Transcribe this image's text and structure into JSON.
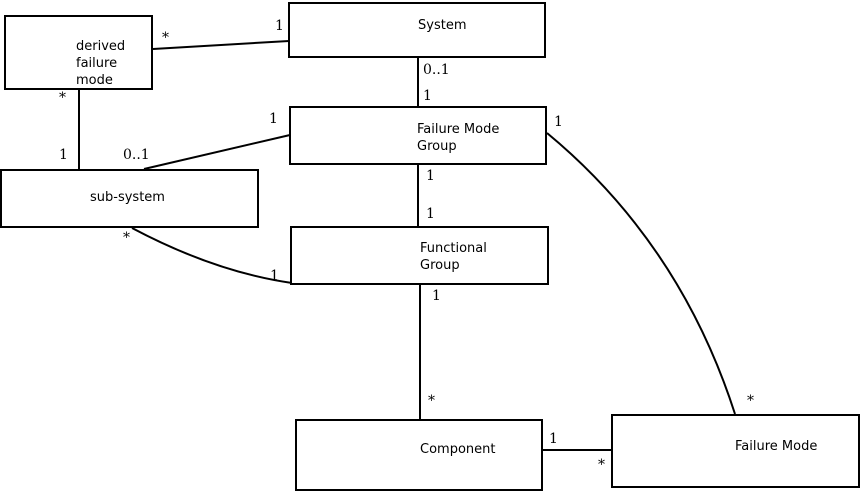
{
  "diagram": {
    "type": "entity-relationship-diagram",
    "colors": {
      "line": "#000000",
      "background": "#ffffff",
      "text": "#000000"
    },
    "entities": {
      "derived_failure_mode": {
        "lines": [
          "derived",
          "failure",
          "mode"
        ]
      },
      "system": {
        "lines": [
          "System"
        ]
      },
      "failure_mode_group": {
        "lines": [
          "Failure Mode",
          "Group"
        ]
      },
      "sub_system": {
        "lines": [
          "sub-system"
        ]
      },
      "functional_group": {
        "lines": [
          "Functional",
          "Group"
        ]
      },
      "component": {
        "lines": [
          "Component"
        ]
      },
      "failure_mode": {
        "lines": [
          "Failure Mode"
        ]
      }
    },
    "associations": {
      "derived_failure_mode__system": {
        "at_derived_failure_mode": "*",
        "at_system": "1"
      },
      "system__failure_mode_group": {
        "at_system": "0..1",
        "at_failure_mode_group": "1"
      },
      "failure_mode_group__sub_system": {
        "at_failure_mode_group": "1",
        "at_sub_system": "0..1"
      },
      "derived_failure_mode__sub_system": {
        "at_derived_failure_mode": "*",
        "at_sub_system": "1"
      },
      "failure_mode_group__functional_group": {
        "at_failure_mode_group": "1",
        "at_functional_group": "1"
      },
      "sub_system__functional_group": {
        "at_sub_system": "*",
        "at_functional_group": "1"
      },
      "functional_group__component": {
        "at_functional_group": "1",
        "at_component": "*"
      },
      "component__failure_mode": {
        "at_component": "1",
        "at_failure_mode": "*"
      },
      "failure_mode_group__failure_mode": {
        "at_failure_mode_group": "1",
        "at_failure_mode": "*"
      }
    }
  }
}
